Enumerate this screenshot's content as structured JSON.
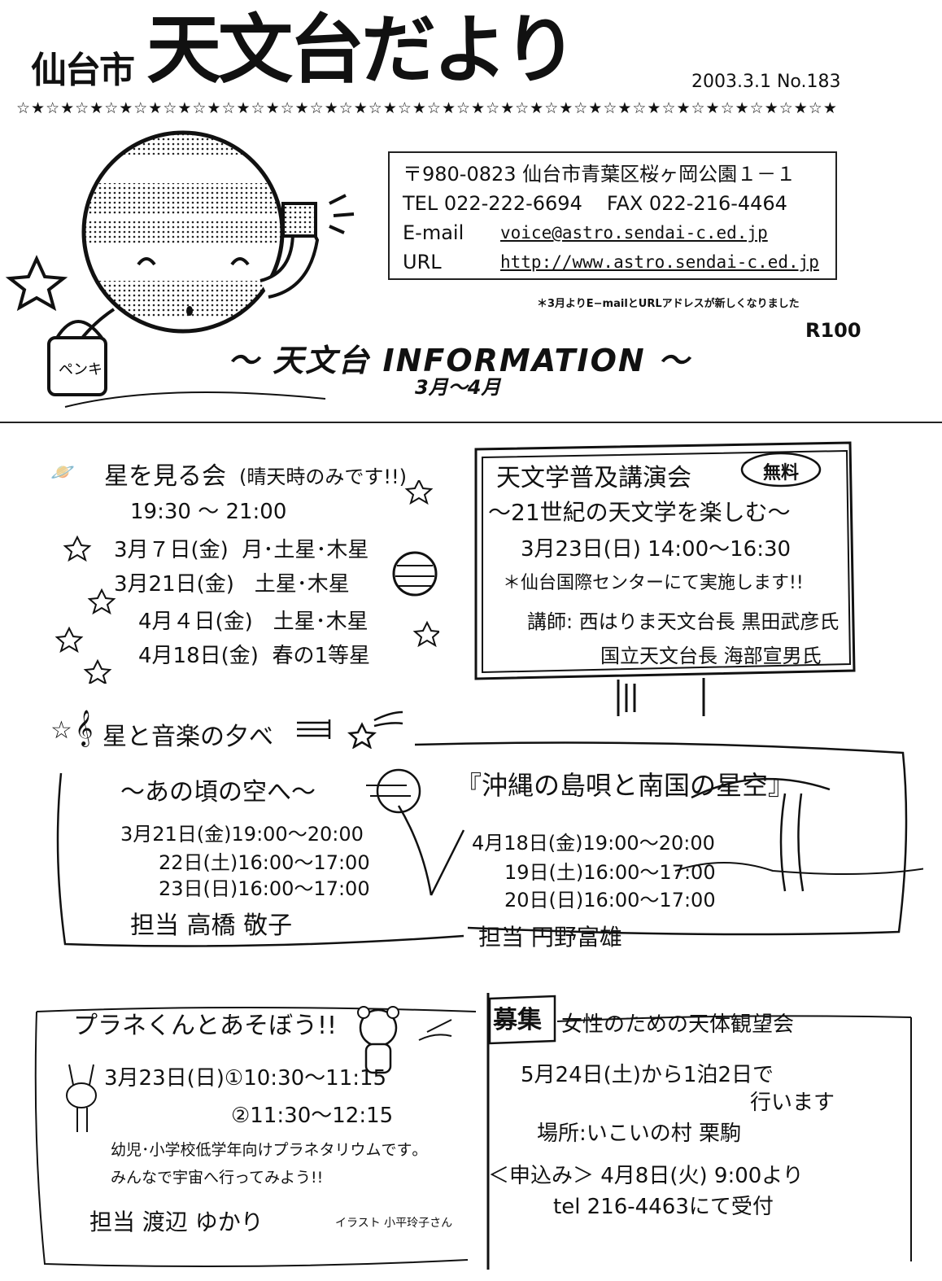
{
  "header": {
    "title_small": "仙台市",
    "title_big": "天文台だより",
    "issue": "2003.3.1  No.183",
    "stars": "☆★☆★☆★☆★☆★☆★☆★☆★☆★☆★☆★☆★☆★☆★☆★☆★☆★☆★☆★☆★☆★☆★☆★☆★☆★☆★☆★☆★"
  },
  "contact": {
    "address": "〒980-0823  仙台市青葉区桜ヶ岡公園１－１",
    "tel": "TEL 022-222-6694",
    "fax": "FAX 022-216-4464",
    "email_label": "E-mail",
    "email": "voice@astro.sendai-c.ed.jp",
    "url_label": "URL",
    "url": "http://www.astro.sendai-c.ed.jp",
    "notice": "＊3月よりE−mailとURLアドレスが新しくなりました"
  },
  "logo": {
    "r100": "R100"
  },
  "mascot": {
    "bucket_label": "ペンキ"
  },
  "info": {
    "title": "～ 天文台 INFORMATION ～",
    "period": "3月～4月"
  },
  "stargazing": {
    "title": "星を見る会",
    "note": "(晴天時のみです!!)",
    "time": "19:30 ～ 21:00",
    "events": [
      {
        "date": "3月７日(金)",
        "targets": "月･土星･木星"
      },
      {
        "date": "3月21日(金)",
        "targets": "土星･木星"
      },
      {
        "date": "4月４日(金)",
        "targets": "土星･木星"
      },
      {
        "date": "4月18日(金)",
        "targets": "春の1等星"
      }
    ]
  },
  "lecture": {
    "title": "天文学普及講演会",
    "badge": "無料",
    "subtitle": "～21世紀の天文学を楽しむ～",
    "datetime": "3月23日(日) 14:00～16:30",
    "venue": "＊仙台国際センターにて実施します!!",
    "lecturer_label": "講師:",
    "lecturer1": "西はりま天文台長 黒田武彦氏",
    "lecturer2": "国立天文台長 海部宣男氏"
  },
  "music": {
    "title": "星と音楽の夕べ",
    "left": {
      "title": "～あの頃の空へ～",
      "times": [
        "3月21日(金)19:00～20:00",
        "22日(土)16:00～17:00",
        "23日(日)16:00～17:00"
      ],
      "staff": "担当 高橋 敬子"
    },
    "right": {
      "title": "『沖縄の島唄と南国の星空』",
      "times": [
        "4月18日(金)19:00～20:00",
        "19日(土)16:00～17:00",
        "20日(日)16:00～17:00"
      ],
      "staff": "担当 円野富雄"
    }
  },
  "planet": {
    "title": "プラネくんとあそぼう!!",
    "line1": "3月23日(日)①10:30～11:15",
    "line2": "②11:30～12:15",
    "desc1": "幼児･小学校低学年向けプラネタリウムです｡",
    "desc2": "みんなで宇宙へ行ってみよう!!",
    "staff": "担当 渡辺 ゆかり",
    "illust": "イラスト 小平玲子さん"
  },
  "women": {
    "tag": "募集",
    "title": "女性のための天体観望会",
    "line1": "5月24日(土)から1泊2日で",
    "line2": "行います",
    "place": "場所:いこいの村 栗駒",
    "apply": "＜申込み＞ 4月8日(火) 9:00より",
    "tel": "tel 216-4463にて受付"
  }
}
